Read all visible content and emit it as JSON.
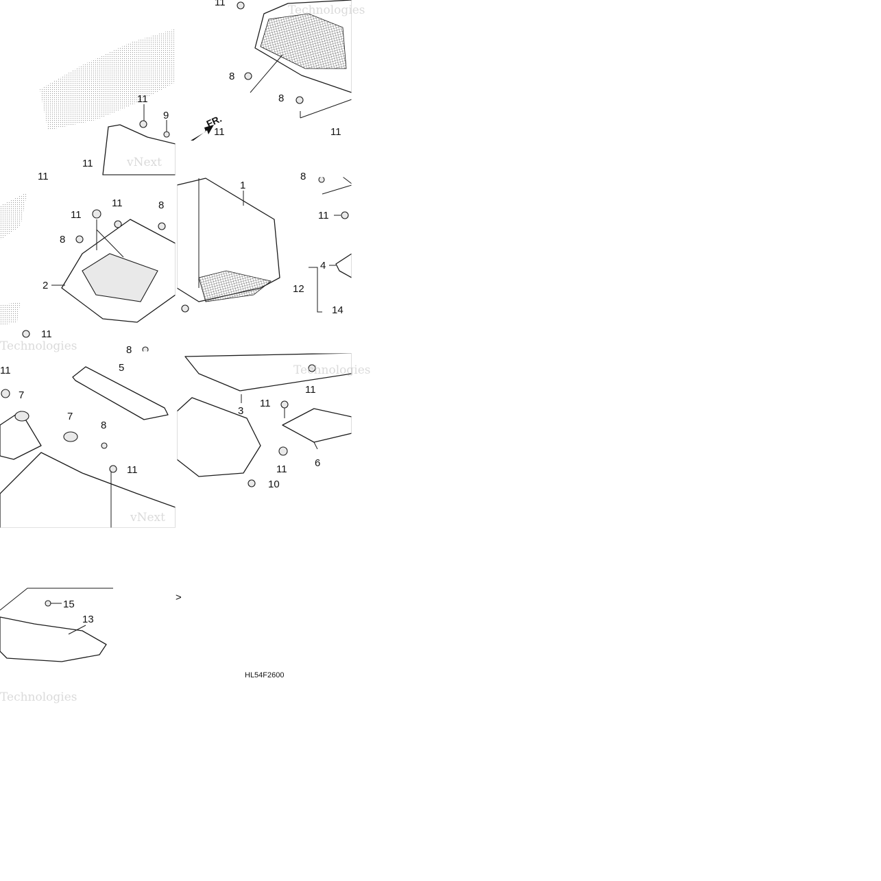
{
  "diagram": {
    "drawing_code": "HL54F2600",
    "direction_label": "FR.",
    "watermark_lines": [
      "vNext",
      "Technologies"
    ],
    "callouts": [
      {
        "id": "c1",
        "label": "1"
      },
      {
        "id": "c2",
        "label": "2"
      },
      {
        "id": "c3",
        "label": "3"
      },
      {
        "id": "c4",
        "label": "4"
      },
      {
        "id": "c5",
        "label": "5"
      },
      {
        "id": "c6",
        "label": "6"
      },
      {
        "id": "c7a",
        "label": "7"
      },
      {
        "id": "c7b",
        "label": "7"
      },
      {
        "id": "c8a",
        "label": "8"
      },
      {
        "id": "c8b",
        "label": "8"
      },
      {
        "id": "c8c",
        "label": "8"
      },
      {
        "id": "c8d",
        "label": "8"
      },
      {
        "id": "c8e",
        "label": "8"
      },
      {
        "id": "c8f",
        "label": "8"
      },
      {
        "id": "c8g",
        "label": "8"
      },
      {
        "id": "c9",
        "label": "9"
      },
      {
        "id": "c10",
        "label": "10"
      },
      {
        "id": "c11a",
        "label": "11"
      },
      {
        "id": "c11b",
        "label": "11"
      },
      {
        "id": "c11c",
        "label": "11"
      },
      {
        "id": "c11d",
        "label": "11"
      },
      {
        "id": "c11e",
        "label": "11"
      },
      {
        "id": "c11f",
        "label": "11"
      },
      {
        "id": "c11g",
        "label": "11"
      },
      {
        "id": "c11h",
        "label": "11"
      },
      {
        "id": "c11i",
        "label": "11"
      },
      {
        "id": "c11j",
        "label": "11"
      },
      {
        "id": "c11k",
        "label": "11"
      },
      {
        "id": "c11l",
        "label": "11"
      },
      {
        "id": "c11m",
        "label": "11"
      },
      {
        "id": "c11n",
        "label": "11"
      },
      {
        "id": "c11o",
        "label": "11"
      },
      {
        "id": "c12",
        "label": "12"
      },
      {
        "id": "c13",
        "label": "13"
      },
      {
        "id": "c14",
        "label": "14"
      },
      {
        "id": "c15",
        "label": "15"
      }
    ],
    "stray_mark": ">"
  }
}
